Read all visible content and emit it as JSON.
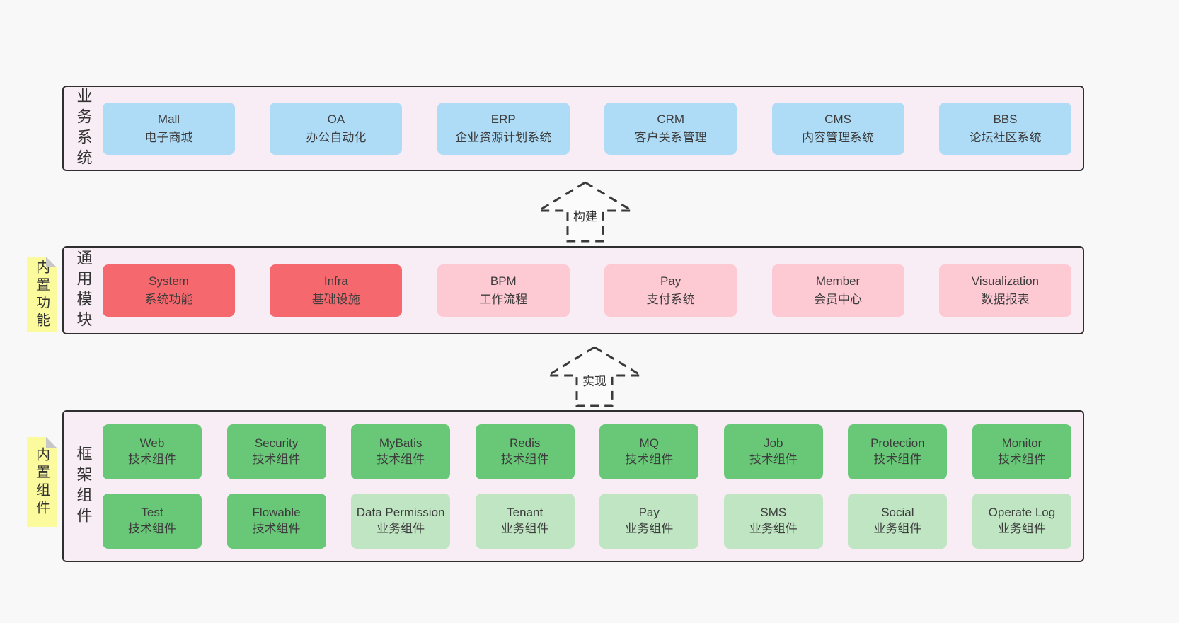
{
  "colors": {
    "page_bg": "#f8f8f8",
    "section_bg": "#f8edf5",
    "section_border": "#2f2f2f",
    "blue": "#aedcf7",
    "red": "#f5696e",
    "pink": "#fdc9d3",
    "green": "#68c877",
    "light_green": "#bfe5c2",
    "sticky_yellow": "#fbfa9d",
    "text": "#3d3d3d"
  },
  "sections": [
    {
      "label": "业务系统",
      "rows": [
        [
          {
            "name": "Mall",
            "desc": "电子商城",
            "variant": "blue"
          },
          {
            "name": "OA",
            "desc": "办公自动化",
            "variant": "blue"
          },
          {
            "name": "ERP",
            "desc": "企业资源计划系统",
            "variant": "blue"
          },
          {
            "name": "CRM",
            "desc": "客户关系管理",
            "variant": "blue"
          },
          {
            "name": "CMS",
            "desc": "内容管理系统",
            "variant": "blue"
          },
          {
            "name": "BBS",
            "desc": "论坛社区系统",
            "variant": "blue"
          }
        ]
      ]
    },
    {
      "label": "通用模块",
      "sticky": "内置功能",
      "rows": [
        [
          {
            "name": "System",
            "desc": "系统功能",
            "variant": "red"
          },
          {
            "name": "Infra",
            "desc": "基础设施",
            "variant": "red"
          },
          {
            "name": "BPM",
            "desc": "工作流程",
            "variant": "pink"
          },
          {
            "name": "Pay",
            "desc": "支付系统",
            "variant": "pink"
          },
          {
            "name": "Member",
            "desc": "会员中心",
            "variant": "pink"
          },
          {
            "name": "Visualization",
            "desc": "数据报表",
            "variant": "pink"
          }
        ]
      ]
    },
    {
      "label": "框架组件",
      "sticky": "内置组件",
      "rows": [
        [
          {
            "name": "Web",
            "desc": "技术组件",
            "variant": "green"
          },
          {
            "name": "Security",
            "desc": "技术组件",
            "variant": "green"
          },
          {
            "name": "MyBatis",
            "desc": "技术组件",
            "variant": "green"
          },
          {
            "name": "Redis",
            "desc": "技术组件",
            "variant": "green"
          },
          {
            "name": "MQ",
            "desc": "技术组件",
            "variant": "green"
          },
          {
            "name": "Job",
            "desc": "技术组件",
            "variant": "green"
          },
          {
            "name": "Protection",
            "desc": "技术组件",
            "variant": "green"
          },
          {
            "name": "Monitor",
            "desc": "技术组件",
            "variant": "green"
          }
        ],
        [
          {
            "name": "Test",
            "desc": "技术组件",
            "variant": "green"
          },
          {
            "name": "Flowable",
            "desc": "技术组件",
            "variant": "green"
          },
          {
            "name": "Data Permission",
            "desc": "业务组件",
            "variant": "lightgreen"
          },
          {
            "name": "Tenant",
            "desc": "业务组件",
            "variant": "lightgreen"
          },
          {
            "name": "Pay",
            "desc": "业务组件",
            "variant": "lightgreen"
          },
          {
            "name": "SMS",
            "desc": "业务组件",
            "variant": "lightgreen"
          },
          {
            "name": "Social",
            "desc": "业务组件",
            "variant": "lightgreen"
          },
          {
            "name": "Operate Log",
            "desc": "业务组件",
            "variant": "lightgreen"
          }
        ]
      ]
    }
  ],
  "arrows": [
    {
      "label": "构建"
    },
    {
      "label": "实现"
    }
  ]
}
